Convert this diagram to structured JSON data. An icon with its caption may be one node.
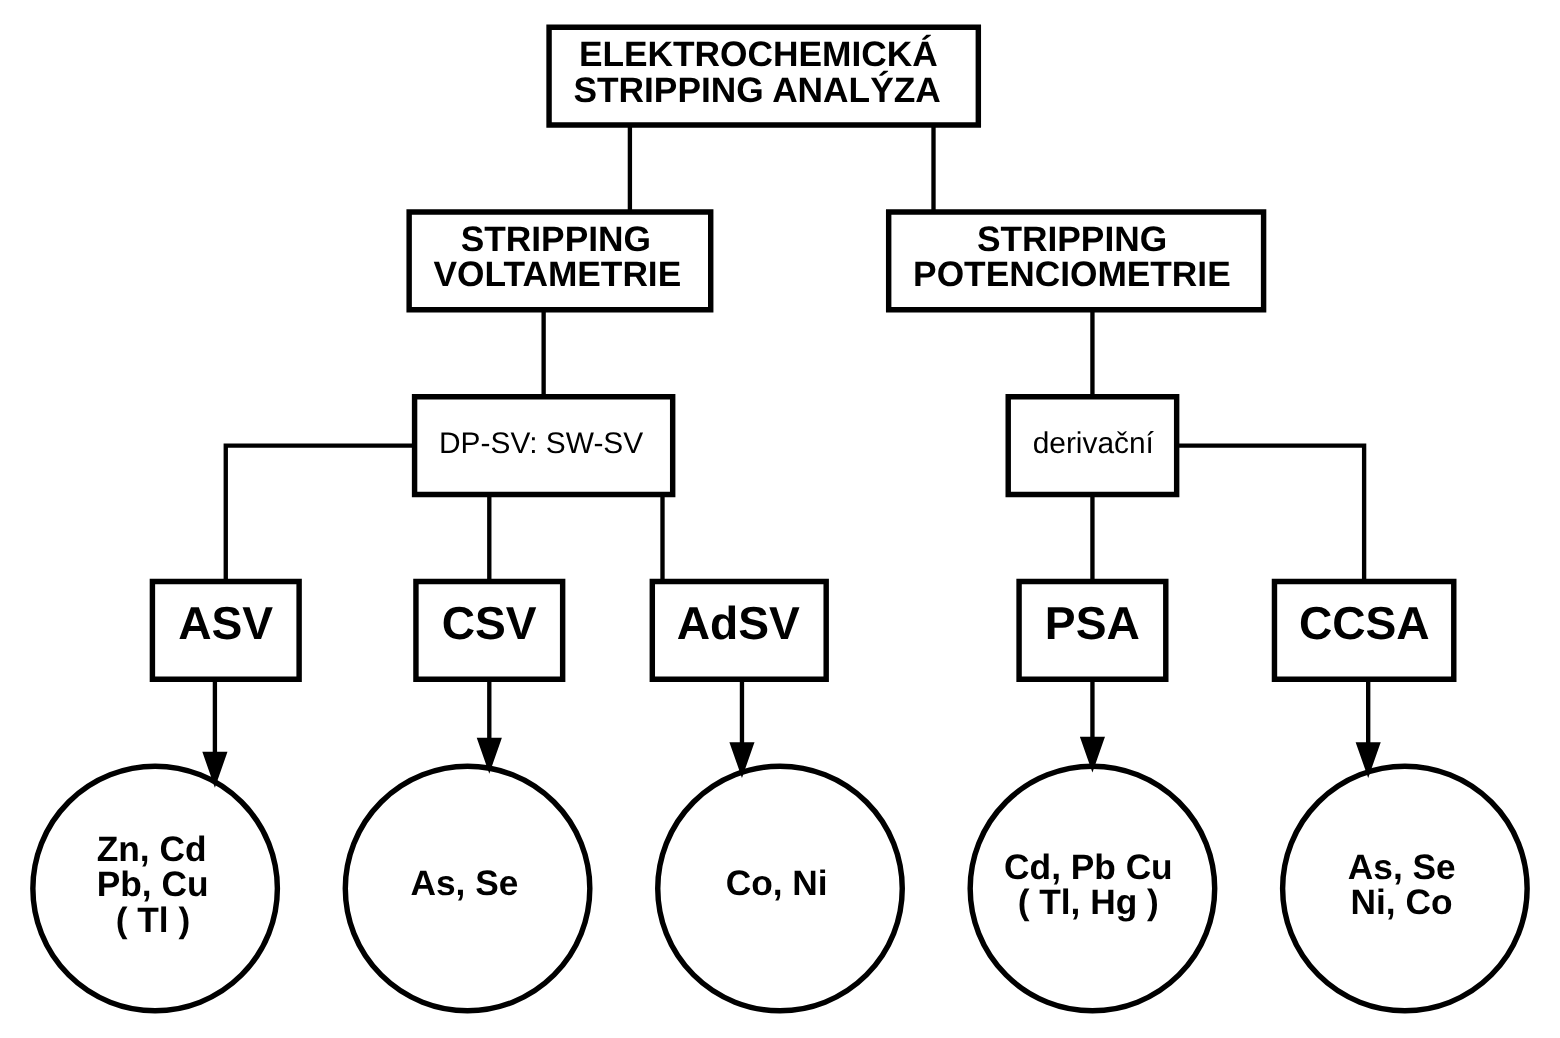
{
  "diagram": {
    "nodes": [
      {
        "text": [
          "ELEKTROCHEMICKÁ STRIPPING ANALÝZA"
        ]
      },
      {
        "text": [
          "STRIPPING VOLTAMETRIE"
        ]
      },
      {
        "text": [
          "STRIPPING POTENCIOMETRIE"
        ]
      },
      {
        "text": [
          "DP-SV: SW-SV"
        ]
      },
      {
        "text": [
          "derivační"
        ]
      },
      {
        "text": [
          "ASV"
        ]
      },
      {
        "text": [
          "CSV"
        ]
      },
      {
        "text": [
          "AdSV"
        ]
      },
      {
        "text": [
          "PSA"
        ]
      },
      {
        "text": [
          "CCSA"
        ]
      },
      {
        "text": [
          "Zn, Cd Pb, Cu ( Tl )"
        ]
      },
      {
        "text": [
          "As, Se"
        ]
      },
      {
        "text": [
          "Co, Ni"
        ]
      },
      {
        "text": [
          "Cd, Pb Cu ( Tl, Hg )"
        ]
      },
      {
        "text": [
          "As, Se Ni, Co"
        ]
      }
    ],
    "edges": [
      {
        "from": 0,
        "to": 1,
        "arrow": "none"
      },
      {
        "from": 0,
        "to": 2,
        "arrow": "none"
      },
      {
        "from": 1,
        "to": 3,
        "arrow": "none"
      },
      {
        "from": 2,
        "to": 4,
        "arrow": "none"
      },
      {
        "from": 3,
        "to": 5,
        "arrow": "none"
      },
      {
        "from": 3,
        "to": 6,
        "arrow": "none"
      },
      {
        "from": 3,
        "to": 7,
        "arrow": "none"
      },
      {
        "from": 4,
        "to": 8,
        "arrow": "none"
      },
      {
        "from": 4,
        "to": 9,
        "arrow": "none"
      },
      {
        "from": 5,
        "to": 10,
        "arrow": "to"
      },
      {
        "from": 6,
        "to": 11,
        "arrow": "to"
      },
      {
        "from": 7,
        "to": 12,
        "arrow": "to"
      },
      {
        "from": 8,
        "to": 13,
        "arrow": "to"
      },
      {
        "from": 9,
        "to": 14,
        "arrow": "to"
      }
    ]
  }
}
